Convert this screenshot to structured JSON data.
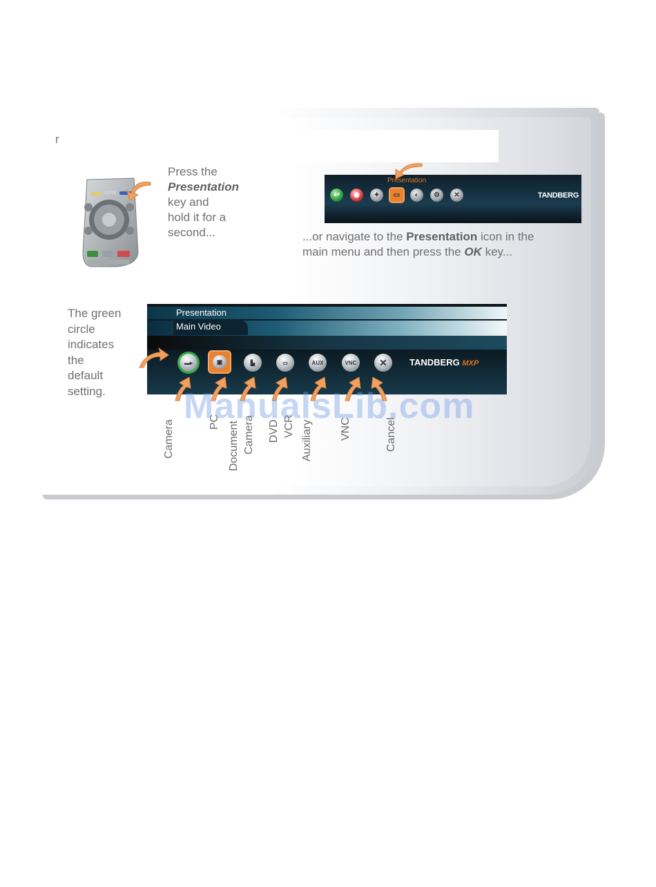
{
  "card": {
    "cut_text": "r"
  },
  "remote_text": {
    "l1": "Press the",
    "l2": "Presentation",
    "l3": "key and",
    "l4": "hold it for a",
    "l5": "second..."
  },
  "menu_top": {
    "selected_label": "Presentation",
    "brand": "TANDBERG"
  },
  "navigate_text": {
    "p1": "...or navigate to the ",
    "bold": "Presentation",
    "p2": " icon in the",
    "p3": "main menu and then press the ",
    "ok": "OK",
    "p4": " key..."
  },
  "green_text": [
    "The green",
    "circle",
    "indicates",
    "the",
    "default",
    "setting."
  ],
  "menu_bottom": {
    "title": "Presentation",
    "subtitle": "Main Video",
    "brand": "TANDBERG",
    "brand_suffix": "MXP",
    "icons": [
      "",
      "",
      "",
      "",
      "AUX",
      "VNC",
      "✕"
    ]
  },
  "labels": [
    "Camera",
    "PC",
    "Document",
    "Camera",
    "DVD",
    "VCR",
    "Auxiliary",
    "VNC",
    "Cancel"
  ],
  "watermark": "ManualsLib.com"
}
